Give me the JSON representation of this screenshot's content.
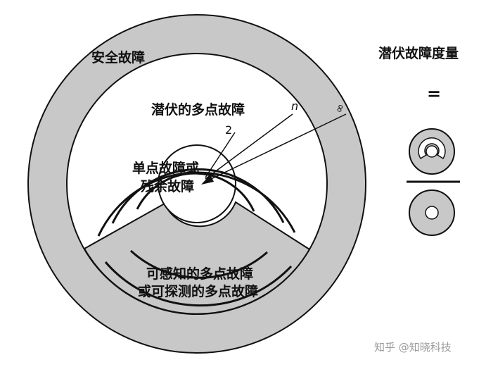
{
  "diagram": {
    "safe_fault_label": "安全故障",
    "latent_multipoint_label": "潜伏的多点故障",
    "single_point_label_line1": "单点故障或",
    "single_point_label_line2": "残余故障",
    "perceived_label_line1": "可感知的多点故障",
    "perceived_label_line2": "或可探测的多点故障",
    "arrow_labels": {
      "two": "2",
      "n": "n",
      "infinity": "∞"
    }
  },
  "metric": {
    "title": "潜伏故障度量",
    "equals": "="
  },
  "watermark": "知乎 @知晓科技",
  "colors": {
    "gray": "#c8c8c8",
    "stroke": "#111111",
    "white": "#ffffff"
  }
}
